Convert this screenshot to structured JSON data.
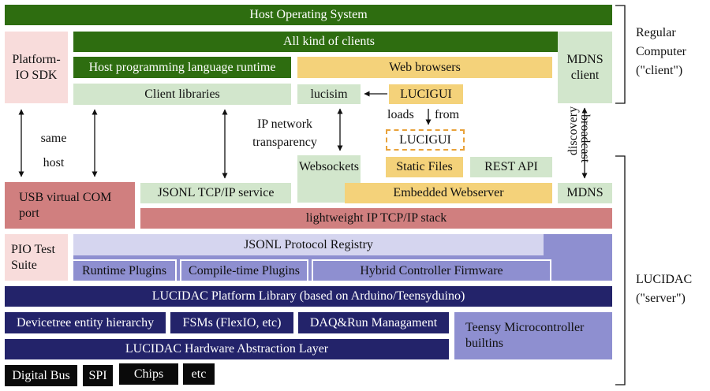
{
  "blocks": {
    "host_os": "Host Operating System",
    "all_clients": "All kind of clients",
    "platformio_sdk": "Platform-IO SDK",
    "host_runtime": "Host programming language runtime",
    "web_browsers": "Web browsers",
    "mdns_client": "MDNS client",
    "client_libraries": "Client libraries",
    "lucisim": "lucisim",
    "lucigui": "LUCIGUI",
    "lucigui_dashed": "LUCIGUI",
    "websockets": "Websockets",
    "static_files": "Static Files",
    "rest_api": "REST API",
    "usb_com": "USB virtual COM port",
    "jsonl_tcp": "JSONL TCP/IP service",
    "embedded_webserver": "Embedded Webserver",
    "mdns": "MDNS",
    "lwip": "lightweight IP TCP/IP stack",
    "pio_test": "PIO Test Suite",
    "jsonl_registry": "JSONL Protocol Registry",
    "runtime_plugins": "Runtime Plugins",
    "compile_plugins": "Compile-time Plugins",
    "hybrid_firmware": "Hybrid Controller Firmware",
    "platform_library": "LUCIDAC Platform Library (based on Arduino/Teensyduino)",
    "devicetree": "Devicetree entity hierarchy",
    "fsms": "FSMs (FlexIO, etc)",
    "daq": "DAQ&Run Managament",
    "teensy": "Teensy Microcontroller builtins",
    "hal": "LUCIDAC Hardware Abstraction Layer",
    "digital_bus": "Digital Bus",
    "spi": "SPI",
    "chips": "Chips",
    "etc": "etc"
  },
  "annotations": {
    "same_host": "same host",
    "ip_transparency": "IP network transparency",
    "loads": "loads",
    "from": "from",
    "discovery": "discovery",
    "broadcast": "broadcast"
  },
  "side_labels": {
    "regular_computer": "Regular Computer (\"client\")",
    "lucidac_server": "LUCIDAC (\"server\")"
  },
  "colors": {
    "dark_green": "#2e6d10",
    "light_green": "#d2e6cc",
    "pink": "#f8dcdb",
    "rose": "#d07f7f",
    "gold": "#f4d27a",
    "lavender": "#d5d5ef",
    "periwinkle": "#8e8fd0",
    "navy": "#23236a",
    "black": "#0a0a0a"
  }
}
